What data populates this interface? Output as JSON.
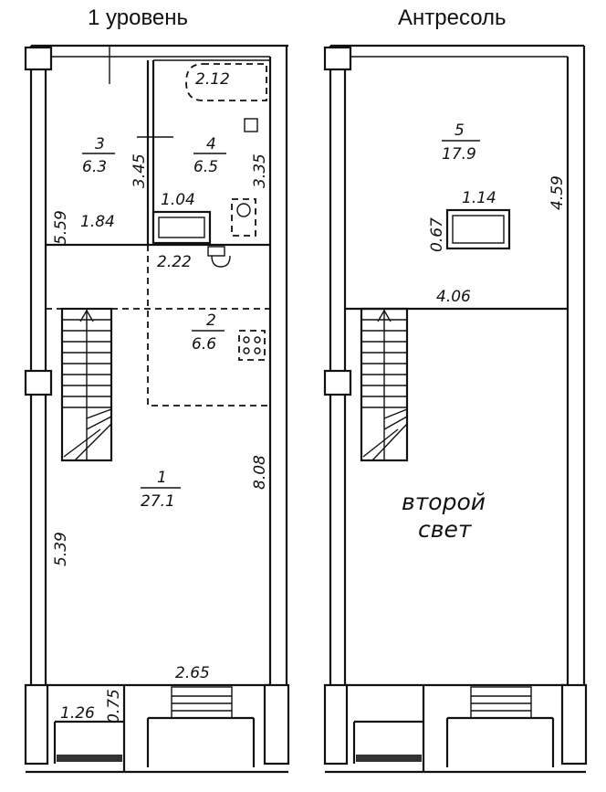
{
  "headings": {
    "level1": "1 уровень",
    "mezzanine": "Антресоль"
  },
  "level1": {
    "rooms": [
      {
        "num": "1",
        "area": "27.1"
      },
      {
        "num": "2",
        "area": "6.6"
      },
      {
        "num": "3",
        "area": "6.3"
      },
      {
        "num": "4",
        "area": "6.5"
      }
    ],
    "dims": {
      "d212": "2.12",
      "d345": "3.45",
      "d335": "3.35",
      "d104": "1.04",
      "d559": "5.59",
      "d184": "1.84",
      "d222": "2.22",
      "d808": "8.08",
      "d539": "5.39",
      "d265": "2.65",
      "d126": "1.26",
      "d075": "0.75"
    }
  },
  "mezzanine": {
    "rooms": [
      {
        "num": "5",
        "area": "17.9"
      }
    ],
    "dims": {
      "d459": "4.59",
      "d114": "1.14",
      "d067": "0.67",
      "d406": "4.06"
    },
    "double_height": [
      "второй",
      "свет"
    ]
  }
}
